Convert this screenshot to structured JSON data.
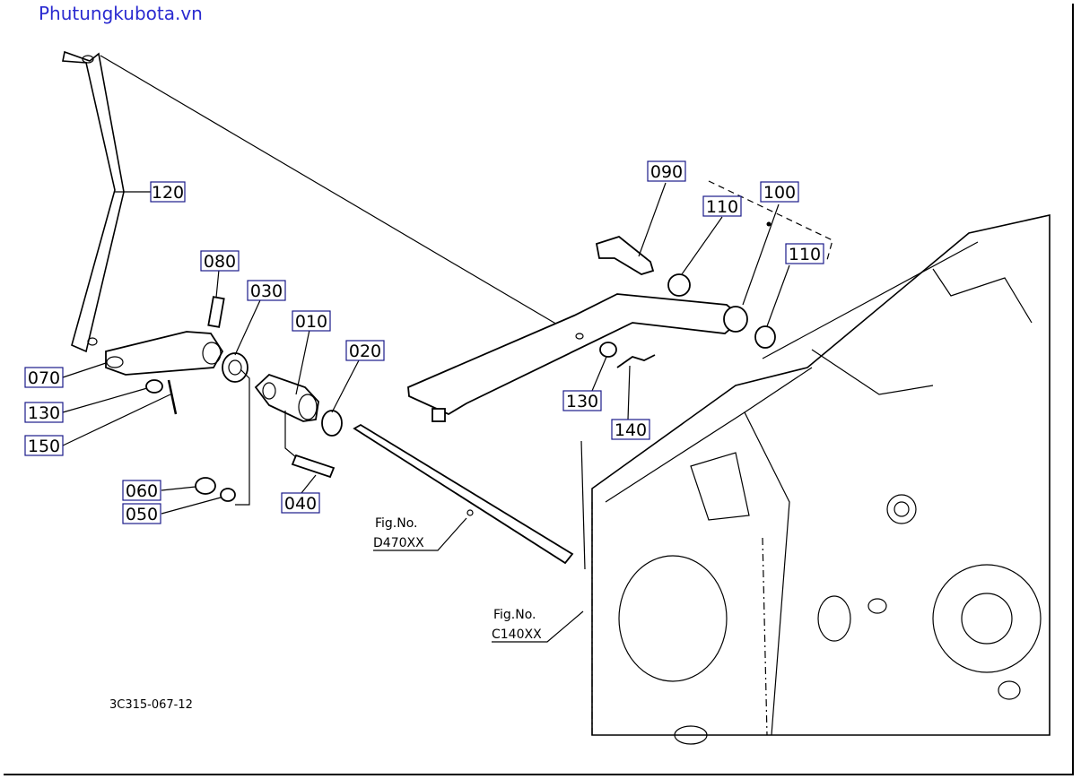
{
  "watermark": "Phutungkubota.vn",
  "drawing_code": "3C315-067-12",
  "part_labels": [
    "120",
    "080",
    "030",
    "010",
    "020",
    "070",
    "130",
    "150",
    "060",
    "050",
    "040",
    "090",
    "110",
    "100",
    "110",
    "130",
    "140"
  ],
  "figure_refs": {
    "ref1": {
      "line1": "Fig.No.",
      "line2": "D470XX"
    },
    "ref2": {
      "line1": "Fig.No.",
      "line2": "C140XX"
    }
  }
}
